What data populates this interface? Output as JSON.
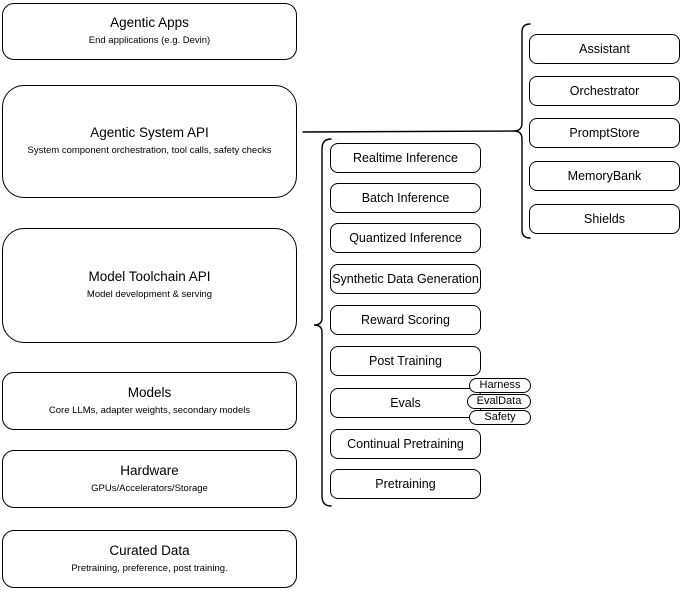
{
  "left_column": [
    {
      "title": "Agentic Apps",
      "subtitle": "End applications (e.g. Devin)"
    },
    {
      "title": "Agentic System API",
      "subtitle": "System component orchestration, tool calls, safety checks"
    },
    {
      "title": "Model Toolchain API",
      "subtitle": "Model development & serving"
    },
    {
      "title": "Models",
      "subtitle": "Core LLMs, adapter weights, secondary models"
    },
    {
      "title": "Hardware",
      "subtitle": "GPUs/Accelerators/Storage"
    },
    {
      "title": "Curated Data",
      "subtitle": "Pretraining, preference, post training."
    }
  ],
  "middle_column": [
    "Realtime Inference",
    "Batch Inference",
    "Quantized Inference",
    "Synthetic Data Generation",
    "Reward Scoring",
    "Post Training",
    "Evals",
    "Continual Pretraining",
    "Pretraining"
  ],
  "eval_pills": [
    "Harness",
    "EvalData",
    "Safety"
  ],
  "right_column": [
    "Assistant",
    "Orchestrator",
    "PromptStore",
    "MemoryBank",
    "Shields"
  ],
  "colors": {
    "stroke": "#000000",
    "background": "#ffffff",
    "text": "#000000"
  }
}
